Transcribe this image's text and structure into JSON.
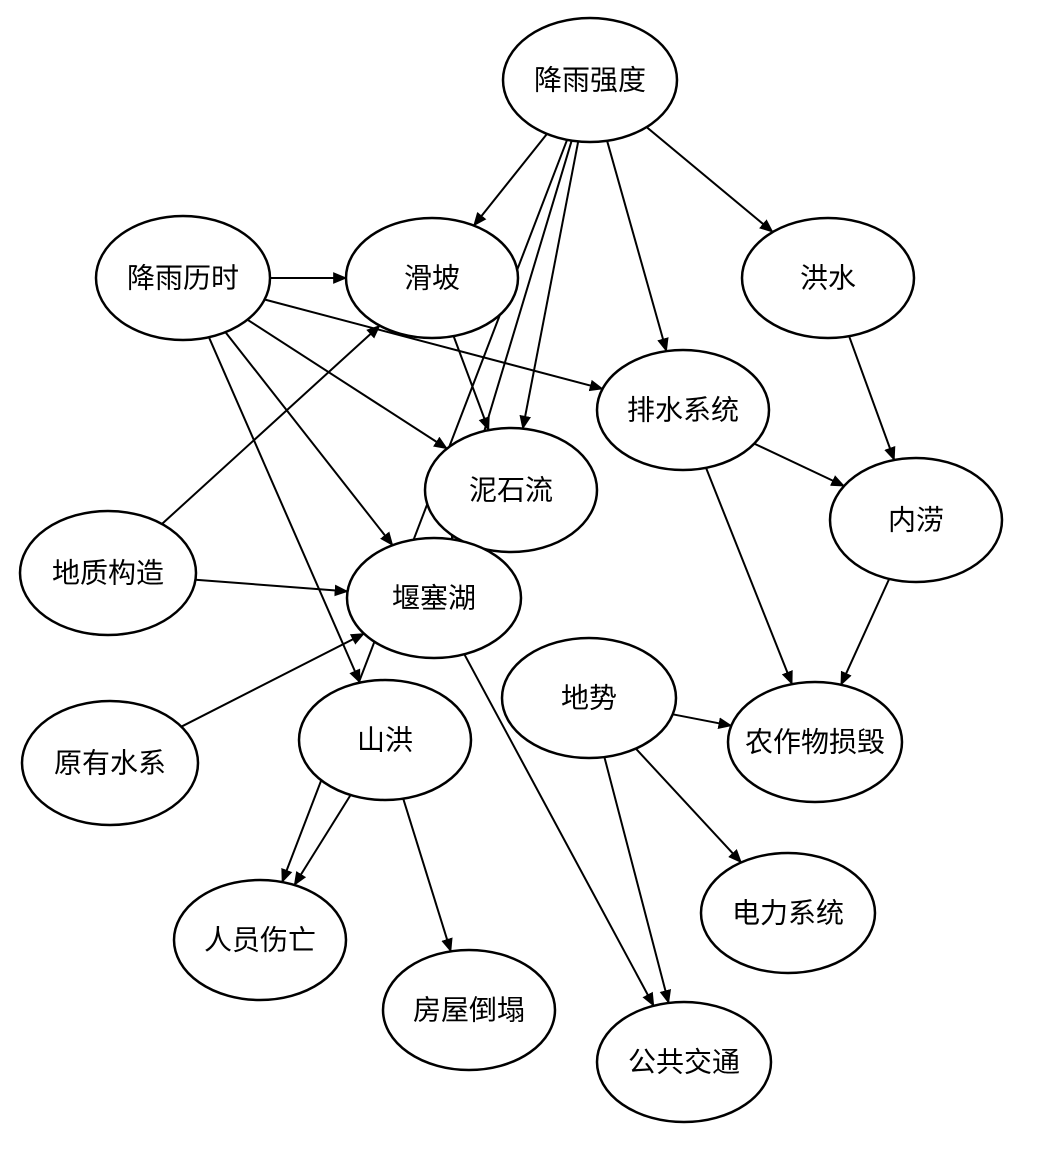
{
  "nodes": [
    {
      "id": "rain_intensity",
      "label": "降雨强度"
    },
    {
      "id": "rain_duration",
      "label": "降雨历时"
    },
    {
      "id": "landslide",
      "label": "滑坡"
    },
    {
      "id": "flood",
      "label": "洪水"
    },
    {
      "id": "drainage",
      "label": "排水系统"
    },
    {
      "id": "debris_flow",
      "label": "泥石流"
    },
    {
      "id": "waterlogging",
      "label": "内涝"
    },
    {
      "id": "geology",
      "label": "地质构造"
    },
    {
      "id": "barrier_lake",
      "label": "堰塞湖"
    },
    {
      "id": "terrain",
      "label": "地势"
    },
    {
      "id": "existing_water",
      "label": "原有水系"
    },
    {
      "id": "flash_flood",
      "label": "山洪"
    },
    {
      "id": "crop_damage",
      "label": "农作物损毁"
    },
    {
      "id": "casualties",
      "label": "人员伤亡"
    },
    {
      "id": "power_system",
      "label": "电力系统"
    },
    {
      "id": "house_collapse",
      "label": "房屋倒塌"
    },
    {
      "id": "public_transport",
      "label": "公共交通"
    }
  ],
  "edges": [
    {
      "from": "rain_intensity",
      "to": "landslide"
    },
    {
      "from": "rain_intensity",
      "to": "flood"
    },
    {
      "from": "rain_intensity",
      "to": "drainage"
    },
    {
      "from": "rain_intensity",
      "to": "debris_flow"
    },
    {
      "from": "rain_intensity",
      "to": "barrier_lake"
    },
    {
      "from": "rain_intensity",
      "to": "casualties"
    },
    {
      "from": "rain_duration",
      "to": "landslide"
    },
    {
      "from": "rain_duration",
      "to": "drainage"
    },
    {
      "from": "rain_duration",
      "to": "debris_flow"
    },
    {
      "from": "rain_duration",
      "to": "barrier_lake"
    },
    {
      "from": "rain_duration",
      "to": "flash_flood"
    },
    {
      "from": "landslide",
      "to": "debris_flow"
    },
    {
      "from": "geology",
      "to": "landslide"
    },
    {
      "from": "geology",
      "to": "barrier_lake"
    },
    {
      "from": "existing_water",
      "to": "barrier_lake"
    },
    {
      "from": "flood",
      "to": "waterlogging"
    },
    {
      "from": "drainage",
      "to": "waterlogging"
    },
    {
      "from": "drainage",
      "to": "crop_damage"
    },
    {
      "from": "waterlogging",
      "to": "crop_damage"
    },
    {
      "from": "barrier_lake",
      "to": "public_transport"
    },
    {
      "from": "terrain",
      "to": "crop_damage"
    },
    {
      "from": "terrain",
      "to": "power_system"
    },
    {
      "from": "terrain",
      "to": "public_transport"
    },
    {
      "from": "flash_flood",
      "to": "casualties"
    },
    {
      "from": "flash_flood",
      "to": "house_collapse"
    }
  ]
}
